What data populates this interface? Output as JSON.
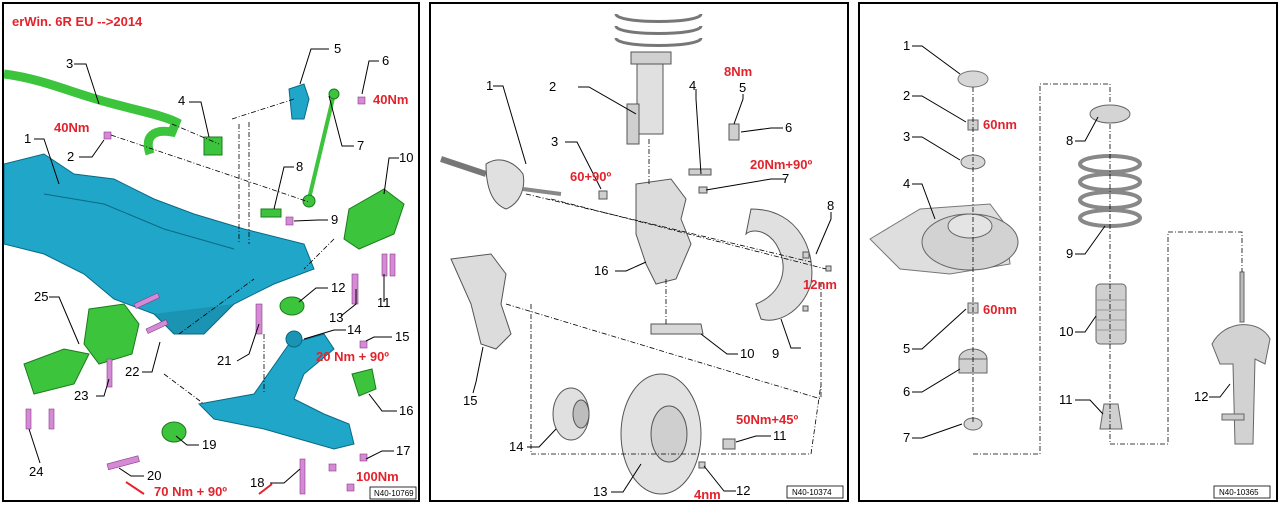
{
  "colors": {
    "torque": "#e3232c",
    "subframe": "#1fa6c8",
    "green": "#3cc43c",
    "bolt": "#d48ad4",
    "gray": "#d9d9d9"
  },
  "panel1": {
    "header": "erWin. 6R EU -->2014",
    "ref": "N40-10769",
    "numbers": [
      "1",
      "2",
      "3",
      "4",
      "5",
      "6",
      "7",
      "8",
      "9",
      "10",
      "11",
      "12",
      "13",
      "14",
      "15",
      "16",
      "17",
      "18",
      "19",
      "20",
      "21",
      "22",
      "23",
      "24",
      "25"
    ],
    "torques": {
      "t6": "40Nm",
      "t2": "40Nm",
      "t15": "20 Nm + 90º",
      "t17": "100Nm",
      "t20": "70 Nm + 90º"
    }
  },
  "panel2": {
    "ref": "N40-10374",
    "numbers": [
      "1",
      "2",
      "3",
      "4",
      "5",
      "6",
      "7",
      "8",
      "9",
      "10",
      "11",
      "12",
      "13",
      "14",
      "15",
      "16"
    ],
    "torques": {
      "t5": "8Nm",
      "t3": "60+90º",
      "t7": "20Nm+90º",
      "t8": "12nm",
      "t11": "50Nm+45º",
      "t12": "4nm"
    }
  },
  "panel3": {
    "ref": "N40-10365",
    "numbers": [
      "1",
      "2",
      "3",
      "4",
      "5",
      "6",
      "7",
      "8",
      "9",
      "10",
      "11",
      "12"
    ],
    "torques": {
      "t2": "60nm",
      "t5": "60nm"
    }
  }
}
